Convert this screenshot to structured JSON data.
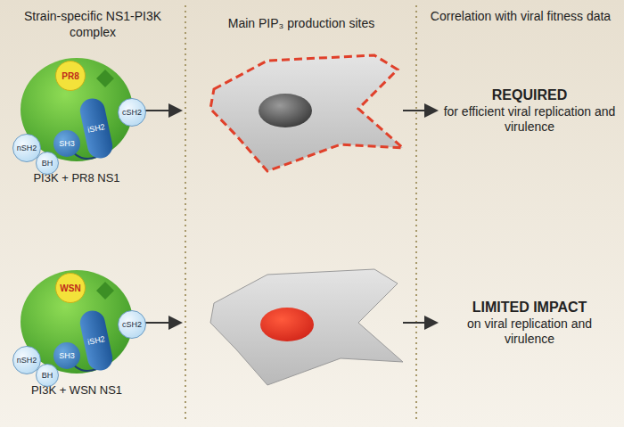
{
  "diagram": {
    "nodes": [
      {
        "text": [
          "PI3K + PR8 NS1"
        ]
      },
      {
        "text": [
          "PR8"
        ],
        "in": 0
      },
      {
        "text": [
          "cSH2"
        ],
        "in": 0
      },
      {
        "text": [
          "nSH2"
        ],
        "in": 0
      },
      {
        "text": [
          "BH"
        ],
        "in": 0
      },
      {
        "text": [
          "SH3"
        ],
        "in": 0
      },
      {
        "text": [
          "iSH2"
        ],
        "in": 0
      },
      {
        "text": [
          "PI3K + WSN NS1"
        ]
      },
      {
        "text": [
          "WSN"
        ],
        "in": 7
      },
      {
        "text": [
          "cSH2"
        ],
        "in": 7
      },
      {
        "text": [
          "nSH2"
        ],
        "in": 7
      },
      {
        "text": [
          "BH"
        ],
        "in": 7
      },
      {
        "text": [
          "SH3"
        ],
        "in": 7
      },
      {
        "text": [
          "iSH2"
        ],
        "in": 7
      }
    ],
    "labels": [
      "Strain-specific NS1-PI3K complex",
      "Main PIP₃ production sites",
      "Correlation with viral fitness data",
      "REQUIRED",
      "for efficient viral replication and virulence",
      "LIMITED IMPACT",
      "on viral replication and virulence"
    ]
  }
}
